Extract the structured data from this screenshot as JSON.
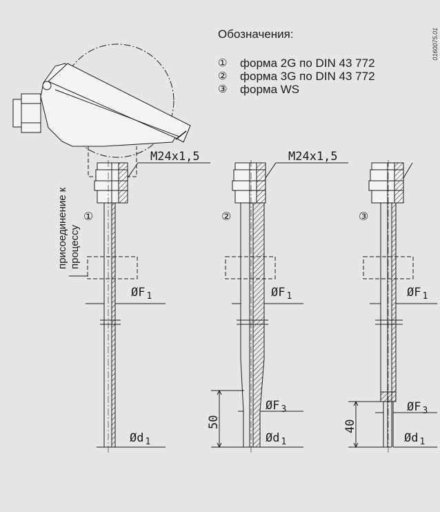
{
  "legend": {
    "title": "Обозначения:",
    "items": [
      {
        "num": "①",
        "text": "форма 2G по DIN 43 772"
      },
      {
        "num": "②",
        "text": "форма 3G по DIN 43 772"
      },
      {
        "num": "③",
        "text": "форма WS"
      }
    ]
  },
  "doc_id": "0160075.01",
  "process_connection_label_1": "присоединение к",
  "process_connection_label_2": "процессу",
  "thread_label": "M24x1,5",
  "dims": {
    "f1": "ØF",
    "f1_sub": "1",
    "f3": "ØF",
    "f3_sub": "3",
    "d1": "Ød",
    "d1_sub": "1",
    "len_3g": "50",
    "len_ws": "40"
  },
  "variants": [
    "①",
    "②",
    "③"
  ],
  "colors": {
    "background": "#e6e6e7",
    "line": "#1a1a1a"
  }
}
